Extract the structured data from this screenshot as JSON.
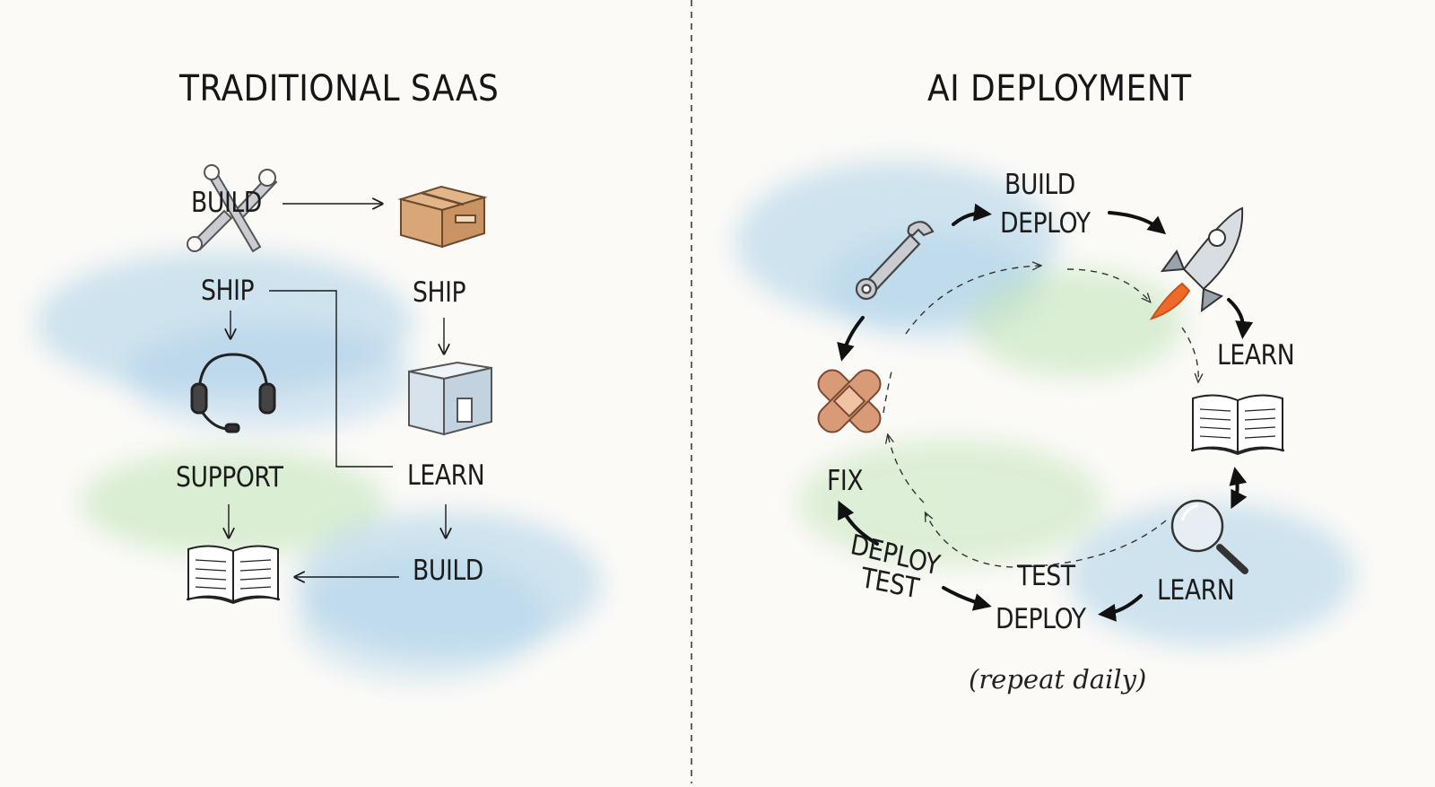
{
  "left_panel": {
    "title": "TRADITIONAL SAAS",
    "labels": {
      "build_top": "BUILD",
      "ship_left": "SHIP",
      "ship_right": "SHIP",
      "support": "SUPPORT",
      "learn": "LEARN",
      "build_bottom": "BUILD"
    },
    "icons": [
      "wrench-icon",
      "package-icon",
      "headset-icon",
      "ice-cube-icon",
      "book-icon"
    ]
  },
  "right_panel": {
    "title": "AI DEPLOYMENT",
    "labels": {
      "build": "BUILD",
      "deploy_top": "DEPLOY",
      "learn_right": "LEARN",
      "fix": "FIX",
      "deploy_left": "DEPLOY",
      "test_left": "TEST",
      "test_bottom": "TEST",
      "learn_bottom": "LEARN",
      "deploy_bottom": "DEPLOY"
    },
    "note": "(repeat daily)",
    "icons": [
      "wrench-icon",
      "rocket-icon",
      "book-icon",
      "bandage-icon",
      "magnifier-icon"
    ]
  },
  "colors": {
    "background": "#fbfaf7",
    "watercolor_blue": "#a9cfe8",
    "watercolor_green": "#bfe3b6",
    "ink": "#1b1b1b",
    "box_tan": "#d9a677",
    "bandage": "#d99a78",
    "flame": "#ef6a2a"
  }
}
